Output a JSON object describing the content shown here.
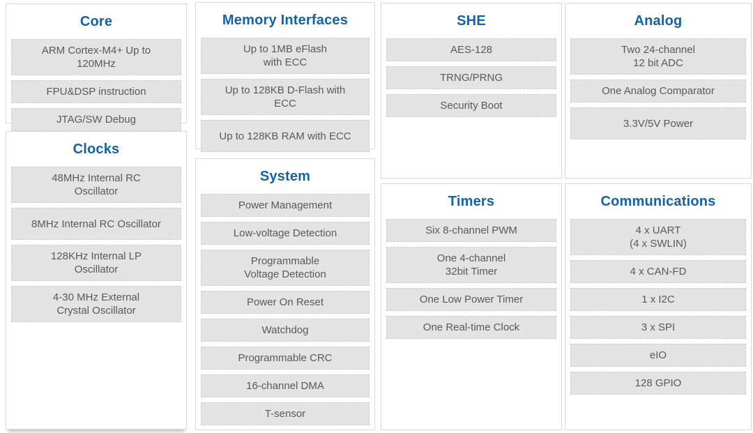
{
  "colors": {
    "heading_blue": "#1562ab",
    "item_background": "#e3e3e3",
    "item_border": "#d0d0d0",
    "item_text": "#595959",
    "container_border": "#d9d9d9",
    "background": "#ffffff"
  },
  "sections": {
    "core": {
      "title": "Core",
      "items": [
        "ARM Cortex-M4+ Up to\n120MHz",
        "FPU&DSP instruction",
        "JTAG/SW Debug"
      ]
    },
    "clocks": {
      "title": "Clocks",
      "items": [
        "48MHz Internal RC\nOscillator",
        "8MHz Internal RC Oscillator",
        "128KHz Internal LP\nOscillator",
        "4-30 MHz External\nCrystal Oscillator"
      ]
    },
    "memory": {
      "title": "Memory Interfaces",
      "items": [
        "Up to 1MB eFlash\nwith ECC",
        "Up to 128KB D-Flash with\nECC",
        "Up to 128KB RAM with ECC"
      ]
    },
    "system": {
      "title": "System",
      "items": [
        "Power Management",
        "Low-voltage Detection",
        "Programmable\nVoltage Detection",
        "Power On Reset",
        "Watchdog",
        "Programmable CRC",
        "16-channel DMA",
        "T-sensor"
      ]
    },
    "she": {
      "title": "SHE",
      "items": [
        "AES-128",
        "TRNG/PRNG",
        "Security Boot"
      ]
    },
    "timers": {
      "title": "Timers",
      "items": [
        "Six 8-channel PWM",
        "One 4-channel\n32bit Timer",
        "One Low Power Timer",
        "One Real-time Clock"
      ]
    },
    "analog": {
      "title": "Analog",
      "items": [
        "Two 24-channel\n12 bit ADC",
        "One Analog Comparator",
        "3.3V/5V Power"
      ]
    },
    "communications": {
      "title": "Communications",
      "items": [
        "4 x UART\n(4 x SWLIN)",
        "4 x CAN-FD",
        "1 x I2C",
        "3 x SPI",
        "eIO",
        "128 GPIO"
      ]
    }
  }
}
